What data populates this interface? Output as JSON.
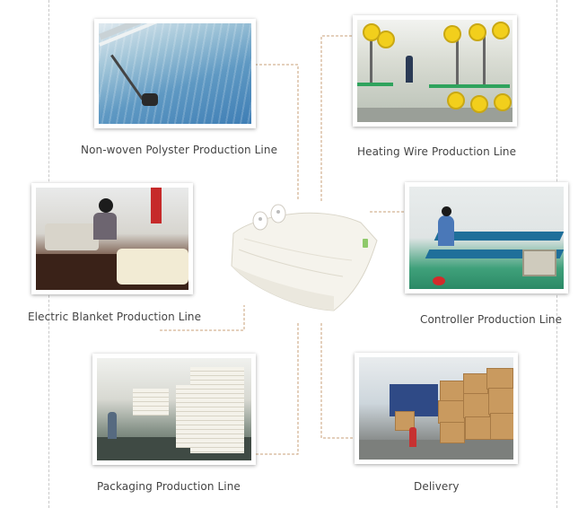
{
  "captions": {
    "nonwoven": "Non-woven Polyster Production Line",
    "heating_wire": "Heating Wire Production Line",
    "electric_blanket": "Electric Blanket Production Line",
    "controller": "Controller Production Line",
    "packaging": "Packaging Production Line",
    "delivery": "Delivery"
  },
  "colors": {
    "connector": "#c9a27a",
    "guide_line": "#c9c9c9",
    "caption_text": "#444444"
  }
}
